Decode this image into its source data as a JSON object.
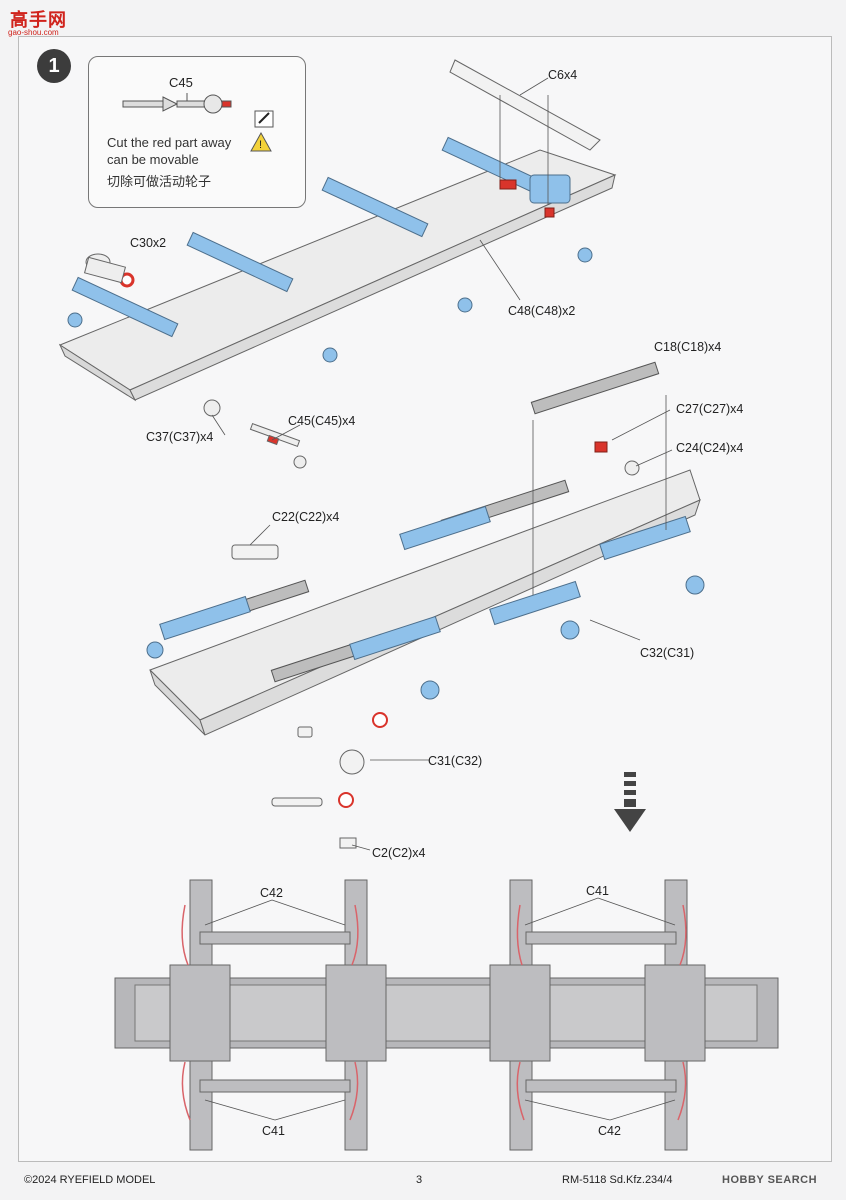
{
  "watermark": {
    "title": "高手网",
    "subtitle": "gao-shou.com"
  },
  "step": {
    "number": "1"
  },
  "note": {
    "part": "C45",
    "line1": "Cut the red part away",
    "line2": "can be movable",
    "line3": "切除可做活动轮子"
  },
  "labels": {
    "c6": "C6x4",
    "c30": "C30x2",
    "c48": "C48(C48)x2",
    "c37": "C37(C37)x4",
    "c45": "C45(C45)x4",
    "c18": "C18(C18)x4",
    "c27": "C27(C27)x4",
    "c24": "C24(C24)x4",
    "c22": "C22(C22)x4",
    "c32": "C32(C31)",
    "c31": "C31(C32)",
    "c2": "C2(C2)x4",
    "c42_top": "C42",
    "c41_top": "C41",
    "c41_bottom": "C41",
    "c42_bottom": "C42"
  },
  "footer": {
    "copyright": "©2024 RYEFIELD MODEL",
    "page": "3",
    "product": "RM-5118 Sd.Kfz.234/4",
    "brand": "HOBBY SEARCH"
  },
  "colors": {
    "part_blue": "#8fc1ea",
    "part_red": "#d9342b",
    "frame_grey": "#c9c9cb",
    "line": "#555555"
  }
}
